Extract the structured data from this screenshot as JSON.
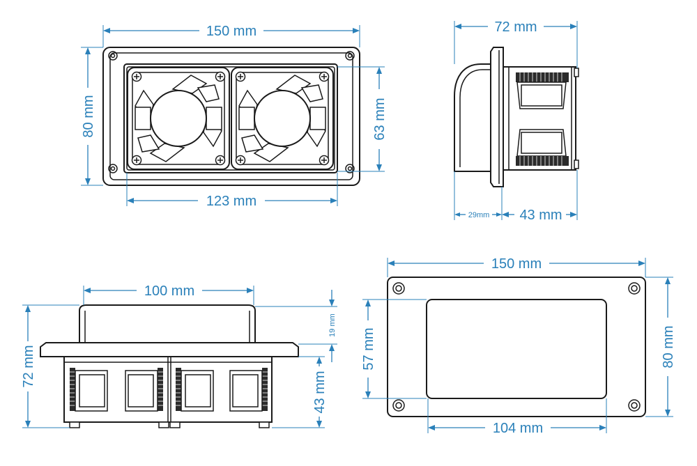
{
  "front_view": {
    "width_label": "150 mm",
    "height_label": "80 mm",
    "inner_height_label": "63 mm",
    "inner_width_label": "123 mm"
  },
  "side_view": {
    "width_label": "72 mm",
    "front_depth_label": "29mm",
    "back_depth_label": "43 mm"
  },
  "top_view": {
    "width_label": "100 mm",
    "handle_label": "19 mm",
    "height_label": "72 mm",
    "depth_label": "43 mm"
  },
  "back_view": {
    "width_label": "150 mm",
    "height_label": "80 mm",
    "cutout_height_label": "57 mm",
    "cutout_width_label": "104 mm"
  },
  "colors": {
    "dimension": "#2a80b9",
    "outline": "#1a1a1a"
  }
}
